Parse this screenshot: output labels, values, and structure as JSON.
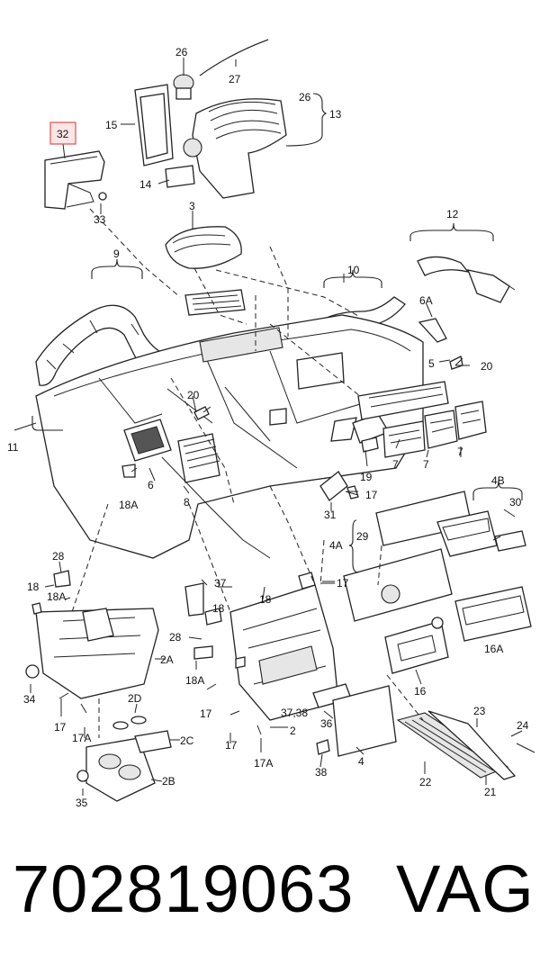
{
  "diagram": {
    "highlighted_part": "32",
    "highlight_color": "#d9534f",
    "labels": [
      {
        "id": "26a",
        "text": "26"
      },
      {
        "id": "27",
        "text": "27"
      },
      {
        "id": "26b",
        "text": "26"
      },
      {
        "id": "13",
        "text": "13"
      },
      {
        "id": "15",
        "text": "15"
      },
      {
        "id": "32",
        "text": "32"
      },
      {
        "id": "14",
        "text": "14"
      },
      {
        "id": "33",
        "text": "33"
      },
      {
        "id": "3",
        "text": "3"
      },
      {
        "id": "12",
        "text": "12"
      },
      {
        "id": "9",
        "text": "9"
      },
      {
        "id": "10",
        "text": "10"
      },
      {
        "id": "6A",
        "text": "6A"
      },
      {
        "id": "5",
        "text": "5"
      },
      {
        "id": "20a",
        "text": "20"
      },
      {
        "id": "20b",
        "text": "20"
      },
      {
        "id": "11",
        "text": "11"
      },
      {
        "id": "6",
        "text": "6"
      },
      {
        "id": "18A",
        "text": "18A"
      },
      {
        "id": "8",
        "text": "8"
      },
      {
        "id": "7a",
        "text": "7"
      },
      {
        "id": "7b",
        "text": "7"
      },
      {
        "id": "7c",
        "text": "7"
      },
      {
        "id": "19",
        "text": "19"
      },
      {
        "id": "17a",
        "text": "17"
      },
      {
        "id": "31",
        "text": "31"
      },
      {
        "id": "4B",
        "text": "4B"
      },
      {
        "id": "30",
        "text": "30"
      },
      {
        "id": "29",
        "text": "29"
      },
      {
        "id": "4A",
        "text": "4A"
      },
      {
        "id": "28a",
        "text": "28"
      },
      {
        "id": "18a",
        "text": "18"
      },
      {
        "id": "18Ab",
        "text": "18A"
      },
      {
        "id": "37",
        "text": "37"
      },
      {
        "id": "18b",
        "text": "18"
      },
      {
        "id": "17b",
        "text": "17"
      },
      {
        "id": "18c",
        "text": "18"
      },
      {
        "id": "16A",
        "text": "16A"
      },
      {
        "id": "28b",
        "text": "28"
      },
      {
        "id": "2A",
        "text": "2A"
      },
      {
        "id": "18Ac",
        "text": "18A"
      },
      {
        "id": "34",
        "text": "34"
      },
      {
        "id": "17c",
        "text": "17"
      },
      {
        "id": "2D",
        "text": "2D"
      },
      {
        "id": "17A",
        "text": "17A"
      },
      {
        "id": "2C",
        "text": "2C"
      },
      {
        "id": "17d",
        "text": "17"
      },
      {
        "id": "16",
        "text": "16"
      },
      {
        "id": "3738",
        "text": "37,38"
      },
      {
        "id": "2",
        "text": "2"
      },
      {
        "id": "36",
        "text": "36"
      },
      {
        "id": "23",
        "text": "23"
      },
      {
        "id": "24",
        "text": "24"
      },
      {
        "id": "17e",
        "text": "17"
      },
      {
        "id": "17Ab",
        "text": "17A"
      },
      {
        "id": "4",
        "text": "4"
      },
      {
        "id": "38",
        "text": "38"
      },
      {
        "id": "22",
        "text": "22"
      },
      {
        "id": "21",
        "text": "21"
      },
      {
        "id": "2B",
        "text": "2B"
      },
      {
        "id": "35",
        "text": "35"
      }
    ]
  },
  "footer": {
    "part_number": "702819063",
    "brand": "VAG"
  }
}
